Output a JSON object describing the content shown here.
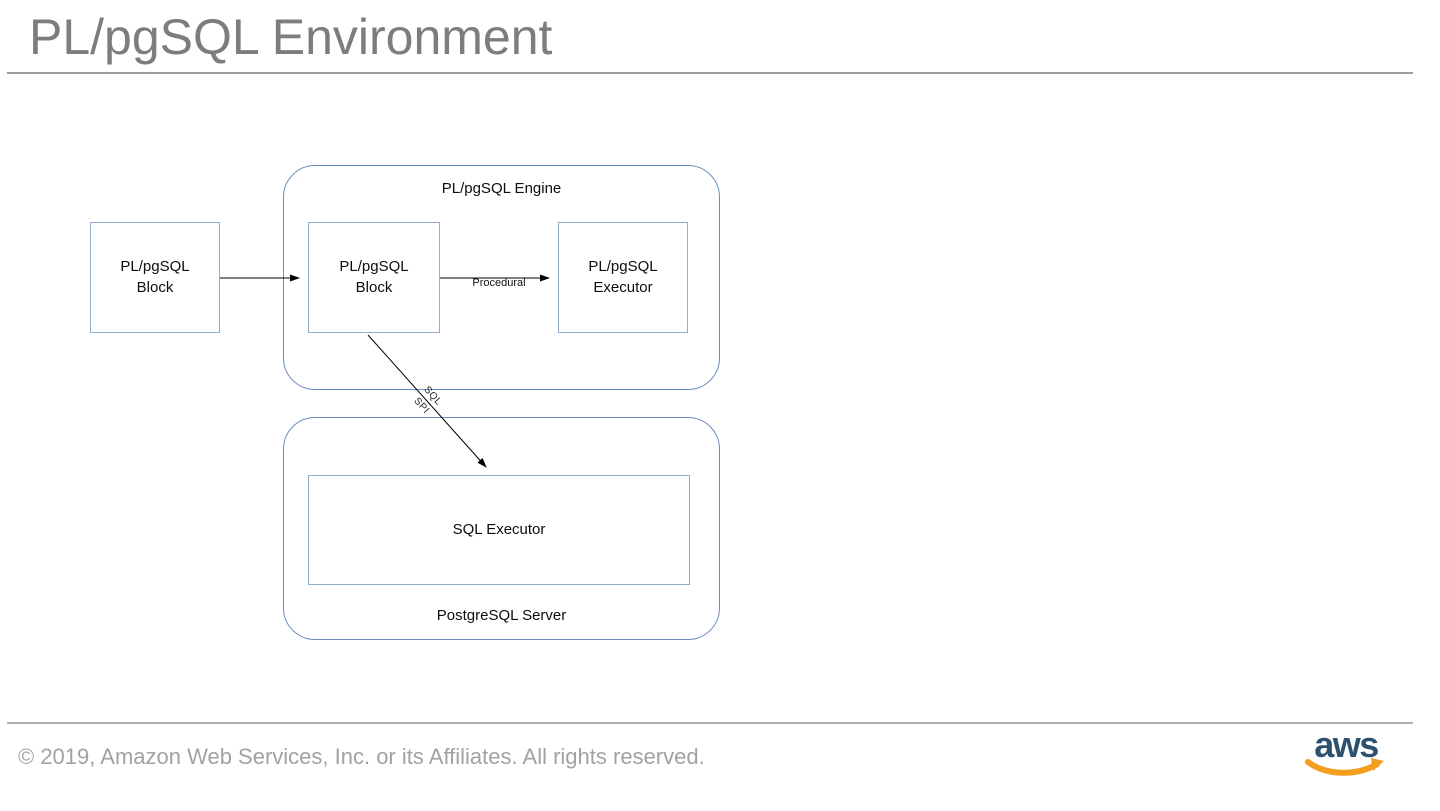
{
  "page": {
    "title": "PL/pgSQL Environment",
    "footer_text": "© 2019, Amazon Web Services, Inc. or its Affiliates. All rights reserved.",
    "logo_text": "aws"
  },
  "diagram": {
    "containers": {
      "engine": {
        "label": "PL/pgSQL Engine",
        "label_position": "top"
      },
      "server": {
        "label": "PostgreSQL Server",
        "label_position": "bottom"
      }
    },
    "nodes": {
      "outer_block": {
        "label": "PL/pgSQL\nBlock"
      },
      "inner_block": {
        "label": "PL/pgSQL\nBlock"
      },
      "plpgsql_executor": {
        "label": "PL/pgSQL\nExecutor"
      },
      "sql_executor": {
        "label": "SQL Executor"
      }
    },
    "edges": {
      "block_to_block": {
        "from": "outer_block",
        "to": "inner_block",
        "label": ""
      },
      "block_to_executor": {
        "from": "inner_block",
        "to": "plpgsql_executor",
        "label": "Procedural"
      },
      "block_to_sql_executor": {
        "from": "inner_block",
        "to": "sql_executor",
        "label": "SQL\nSPI"
      }
    }
  },
  "colors": {
    "container_border": "#6c8ebf",
    "node_border": "#93accc",
    "arrow_color": "#000000",
    "title_gray": "#7d7d7d",
    "footer_gray": "#a2a2a2",
    "rule_gray": "#9e9e9e",
    "aws_navy": "#2e5170",
    "aws_orange": "#f49d1f"
  }
}
